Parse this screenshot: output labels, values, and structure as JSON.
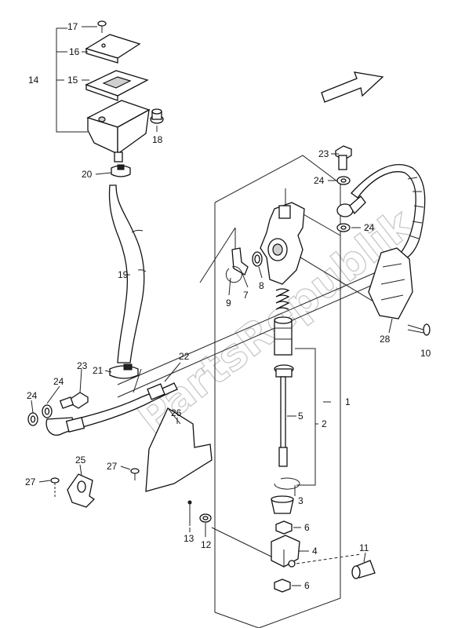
{
  "watermark": "PartsRepublik",
  "labels": {
    "l1": "1",
    "l2": "2",
    "l3": "3",
    "l4": "4",
    "l5": "5",
    "l6a": "6",
    "l6b": "6",
    "l7": "7",
    "l8": "8",
    "l9": "9",
    "l10": "10",
    "l11": "11",
    "l12": "12",
    "l13": "13",
    "l14": "14",
    "l15": "15",
    "l16": "16",
    "l17": "17",
    "l18": "18",
    "l19": "19",
    "l20": "20",
    "l21": "21",
    "l22": "22",
    "l23a": "23",
    "l23b": "23",
    "l24a": "24",
    "l24b": "24",
    "l24c": "24",
    "l24d": "24",
    "l25": "25",
    "l26": "26",
    "l27a": "27",
    "l27b": "27",
    "l28": "28"
  }
}
